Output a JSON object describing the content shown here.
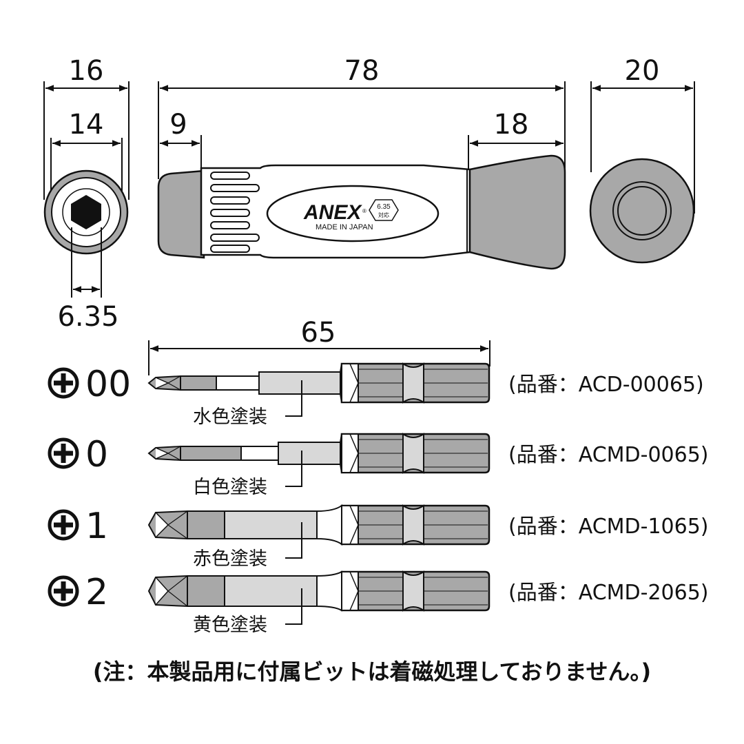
{
  "dimensions": {
    "outer_diameter": "16",
    "inner_diameter": "14",
    "hex_size": "6.35",
    "total_length": "78",
    "front_length": "9",
    "grip_length": "18",
    "cap_diameter": "20",
    "bit_length": "65"
  },
  "handle": {
    "brand": "ANEX",
    "registered": "®",
    "origin": "MADE IN JAPAN",
    "hex_badge_size": "6.35",
    "hex_badge_label": "対応"
  },
  "bits": [
    {
      "size": "00",
      "coating": "水色塗装",
      "part_no": "(品番：ACD-00065)"
    },
    {
      "size": "0",
      "coating": "白色塗装",
      "part_no": "(品番：ACMD-0065)"
    },
    {
      "size": "1",
      "coating": "赤色塗装",
      "part_no": "(品番：ACMD-1065)"
    },
    {
      "size": "2",
      "coating": "黄色塗装",
      "part_no": "(品番：ACMD-2065)"
    }
  ],
  "note": "(注：本製品用に付属ビットは着磁処理しておりません。)",
  "colors": {
    "line": "#111111",
    "body_gray": "#a8a8a8",
    "light_gray": "#d8d8d8",
    "white": "#ffffff"
  }
}
